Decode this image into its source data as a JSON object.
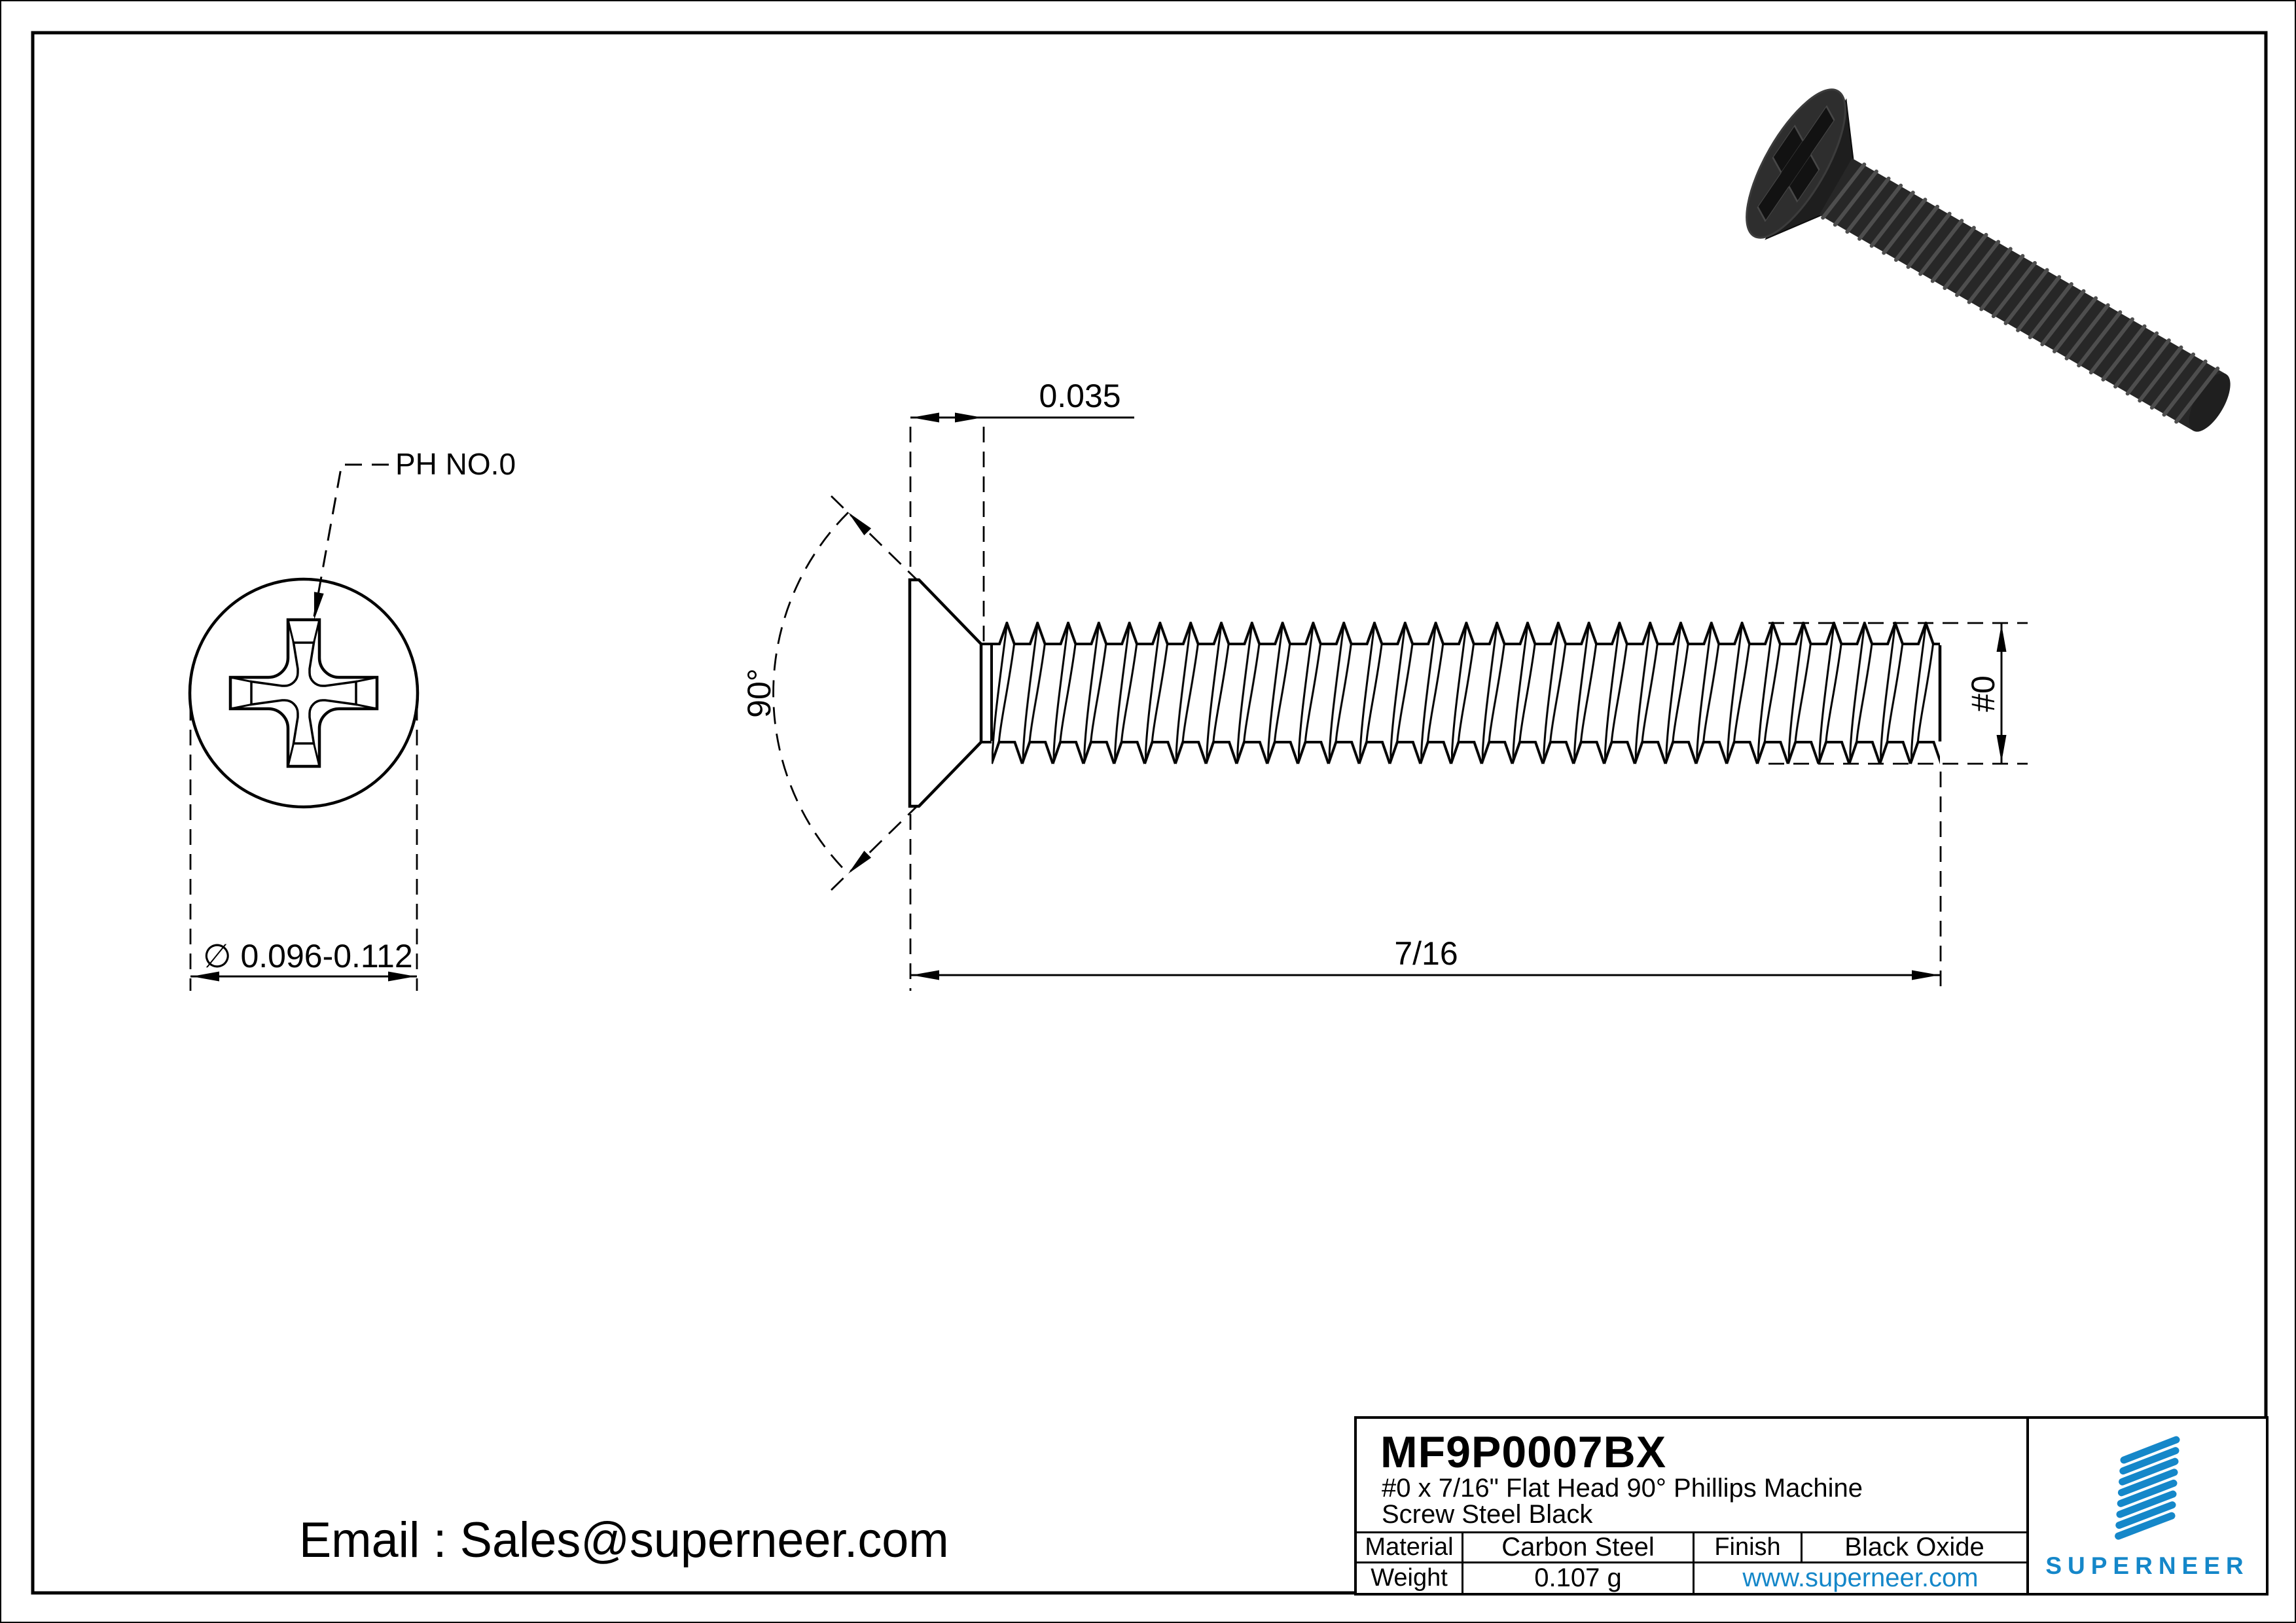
{
  "front_view": {
    "leader_label": "PH NO.0",
    "diameter_dim": "∅ 0.096-0.112"
  },
  "side_view": {
    "head_height_dim": "0.035",
    "countersink_angle_dim": "90°",
    "thread_size_dim": "#0",
    "length_dim": "7/16"
  },
  "footer": {
    "email": "Email : Sales@superneer.com"
  },
  "title_block": {
    "part_number": "MF9P0007BX",
    "description_line1": "#0 x 7/16\" Flat Head 90° Phillips Machine",
    "description_line2": "Screw Steel Black",
    "material_label": "Material",
    "material_value": "Carbon Steel",
    "finish_label": "Finish",
    "finish_value": "Black Oxide",
    "weight_label": "Weight",
    "weight_value": "0.107 g",
    "website": "www.superneer.com",
    "brand_name": "SUPERNEER"
  },
  "colors": {
    "accent_blue": "#1587c9",
    "line_black": "#000000",
    "screw_body": "#272727",
    "screw_rib": "#4e4e4e"
  }
}
